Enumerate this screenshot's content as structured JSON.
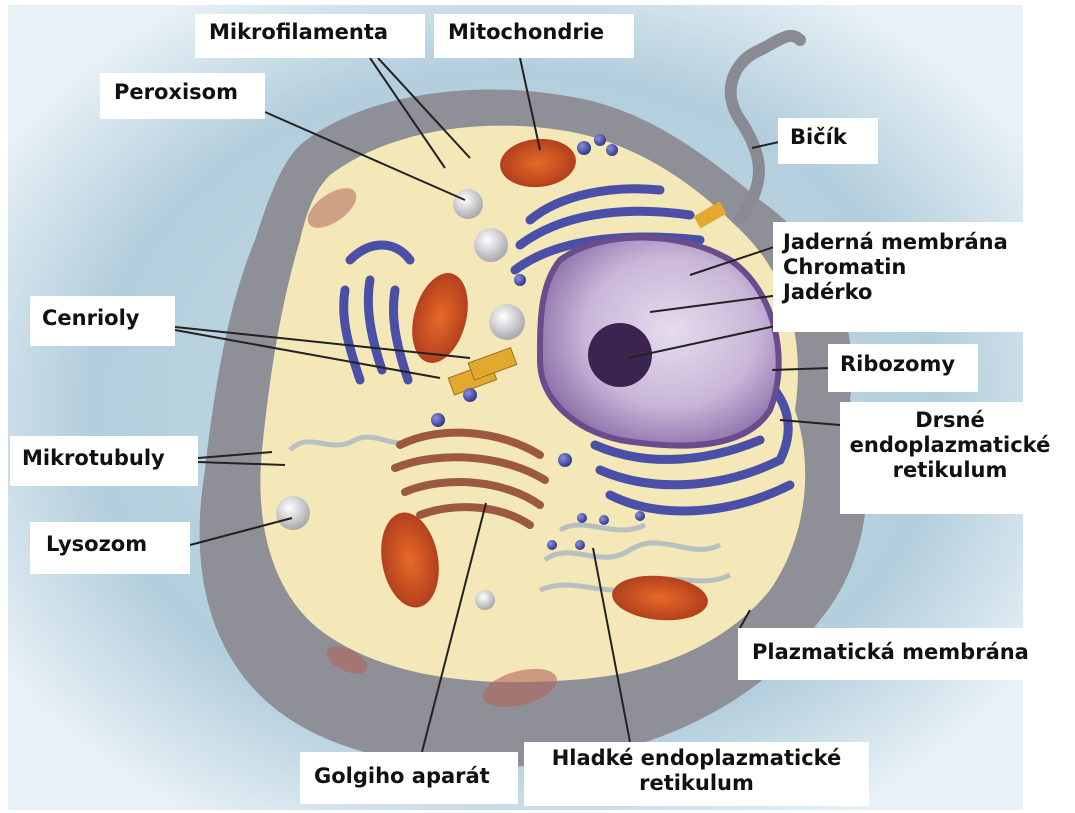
{
  "colors": {
    "background_blue": "#bcd4e2",
    "cytoplasm": "#f4e8b8",
    "membrane_gray": "#8c8c94",
    "nucleus_purple": "#8a6ea8",
    "er_blue": "#4a4fa8",
    "mitochondria_red": "#c84820",
    "golgi_brown": "#9c5840",
    "label_bg": "#ffffff",
    "leader_line": "#222222"
  },
  "labels": {
    "mikrofilamenta": "Mikrofilamenta",
    "mitochondrie": "Mitochondrie",
    "peroxisom": "Peroxisom",
    "bicik": "Bičík",
    "jaderna_membrana": "Jaderná membrána",
    "chromatin": "Chromatin",
    "jaderko": "Jadérko",
    "cenrioly": "Cenrioly",
    "ribozomy": "Ribozomy",
    "drsne_er": [
      "Drsné",
      "endoplazmatické",
      "retikulum"
    ],
    "mikrotubuly": "Mikrotubuly",
    "lysozom": "Lysozom",
    "plazmaticka_membrana": "Plazmatická membrána",
    "golgiho_aparat": "Golgiho aparát",
    "hladke_er": [
      "Hladké endoplazmatické",
      "retikulum"
    ]
  }
}
